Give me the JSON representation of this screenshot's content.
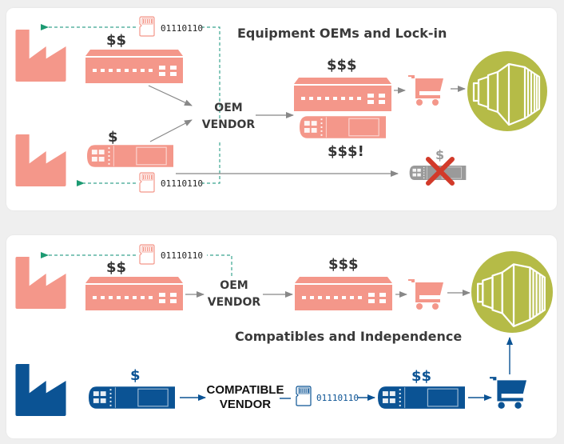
{
  "colors": {
    "salmon": "#f4978a",
    "blue": "#0b5394",
    "olive": "#b5bb47",
    "teal_dashed": "#3aa58f",
    "gray_arrow": "#888888",
    "red_x": "#d23a2a",
    "gray_module": "#9a9a9a"
  },
  "panel_top": {
    "title": "Equipment OEMs and Lock-in",
    "switch_price": "$$",
    "transceiver_price": "$",
    "vendor_line1": "OEM",
    "vendor_line2": "VENDOR",
    "bundle_switch_price": "$$$",
    "bundle_transceiver_price": "$$$!",
    "blocked_price": "$",
    "firmware_bits_top": "01110110",
    "firmware_bits_bottom": "01110110",
    "icons": [
      "factory-icon",
      "switch-icon",
      "transceiver-icon",
      "sd-card-icon",
      "cart-icon",
      "datacenter-icon",
      "blocked-transceiver-icon",
      "red-x-icon"
    ]
  },
  "panel_bottom": {
    "title": "Compatibles and Independence",
    "switch_price": "$$",
    "vendor_line1": "OEM",
    "vendor_line2": "VENDOR",
    "oem_switch_price": "$$$",
    "firmware_bits_top": "01110110",
    "transceiver_price": "$",
    "compat_line1": "COMPATIBLE",
    "compat_line2": "VENDOR",
    "firmware_bits_bottom": "01110110",
    "compat_transceiver_price": "$$",
    "icons": [
      "factory-icon",
      "switch-icon",
      "sd-card-icon",
      "cart-icon",
      "datacenter-icon",
      "transceiver-icon"
    ]
  }
}
